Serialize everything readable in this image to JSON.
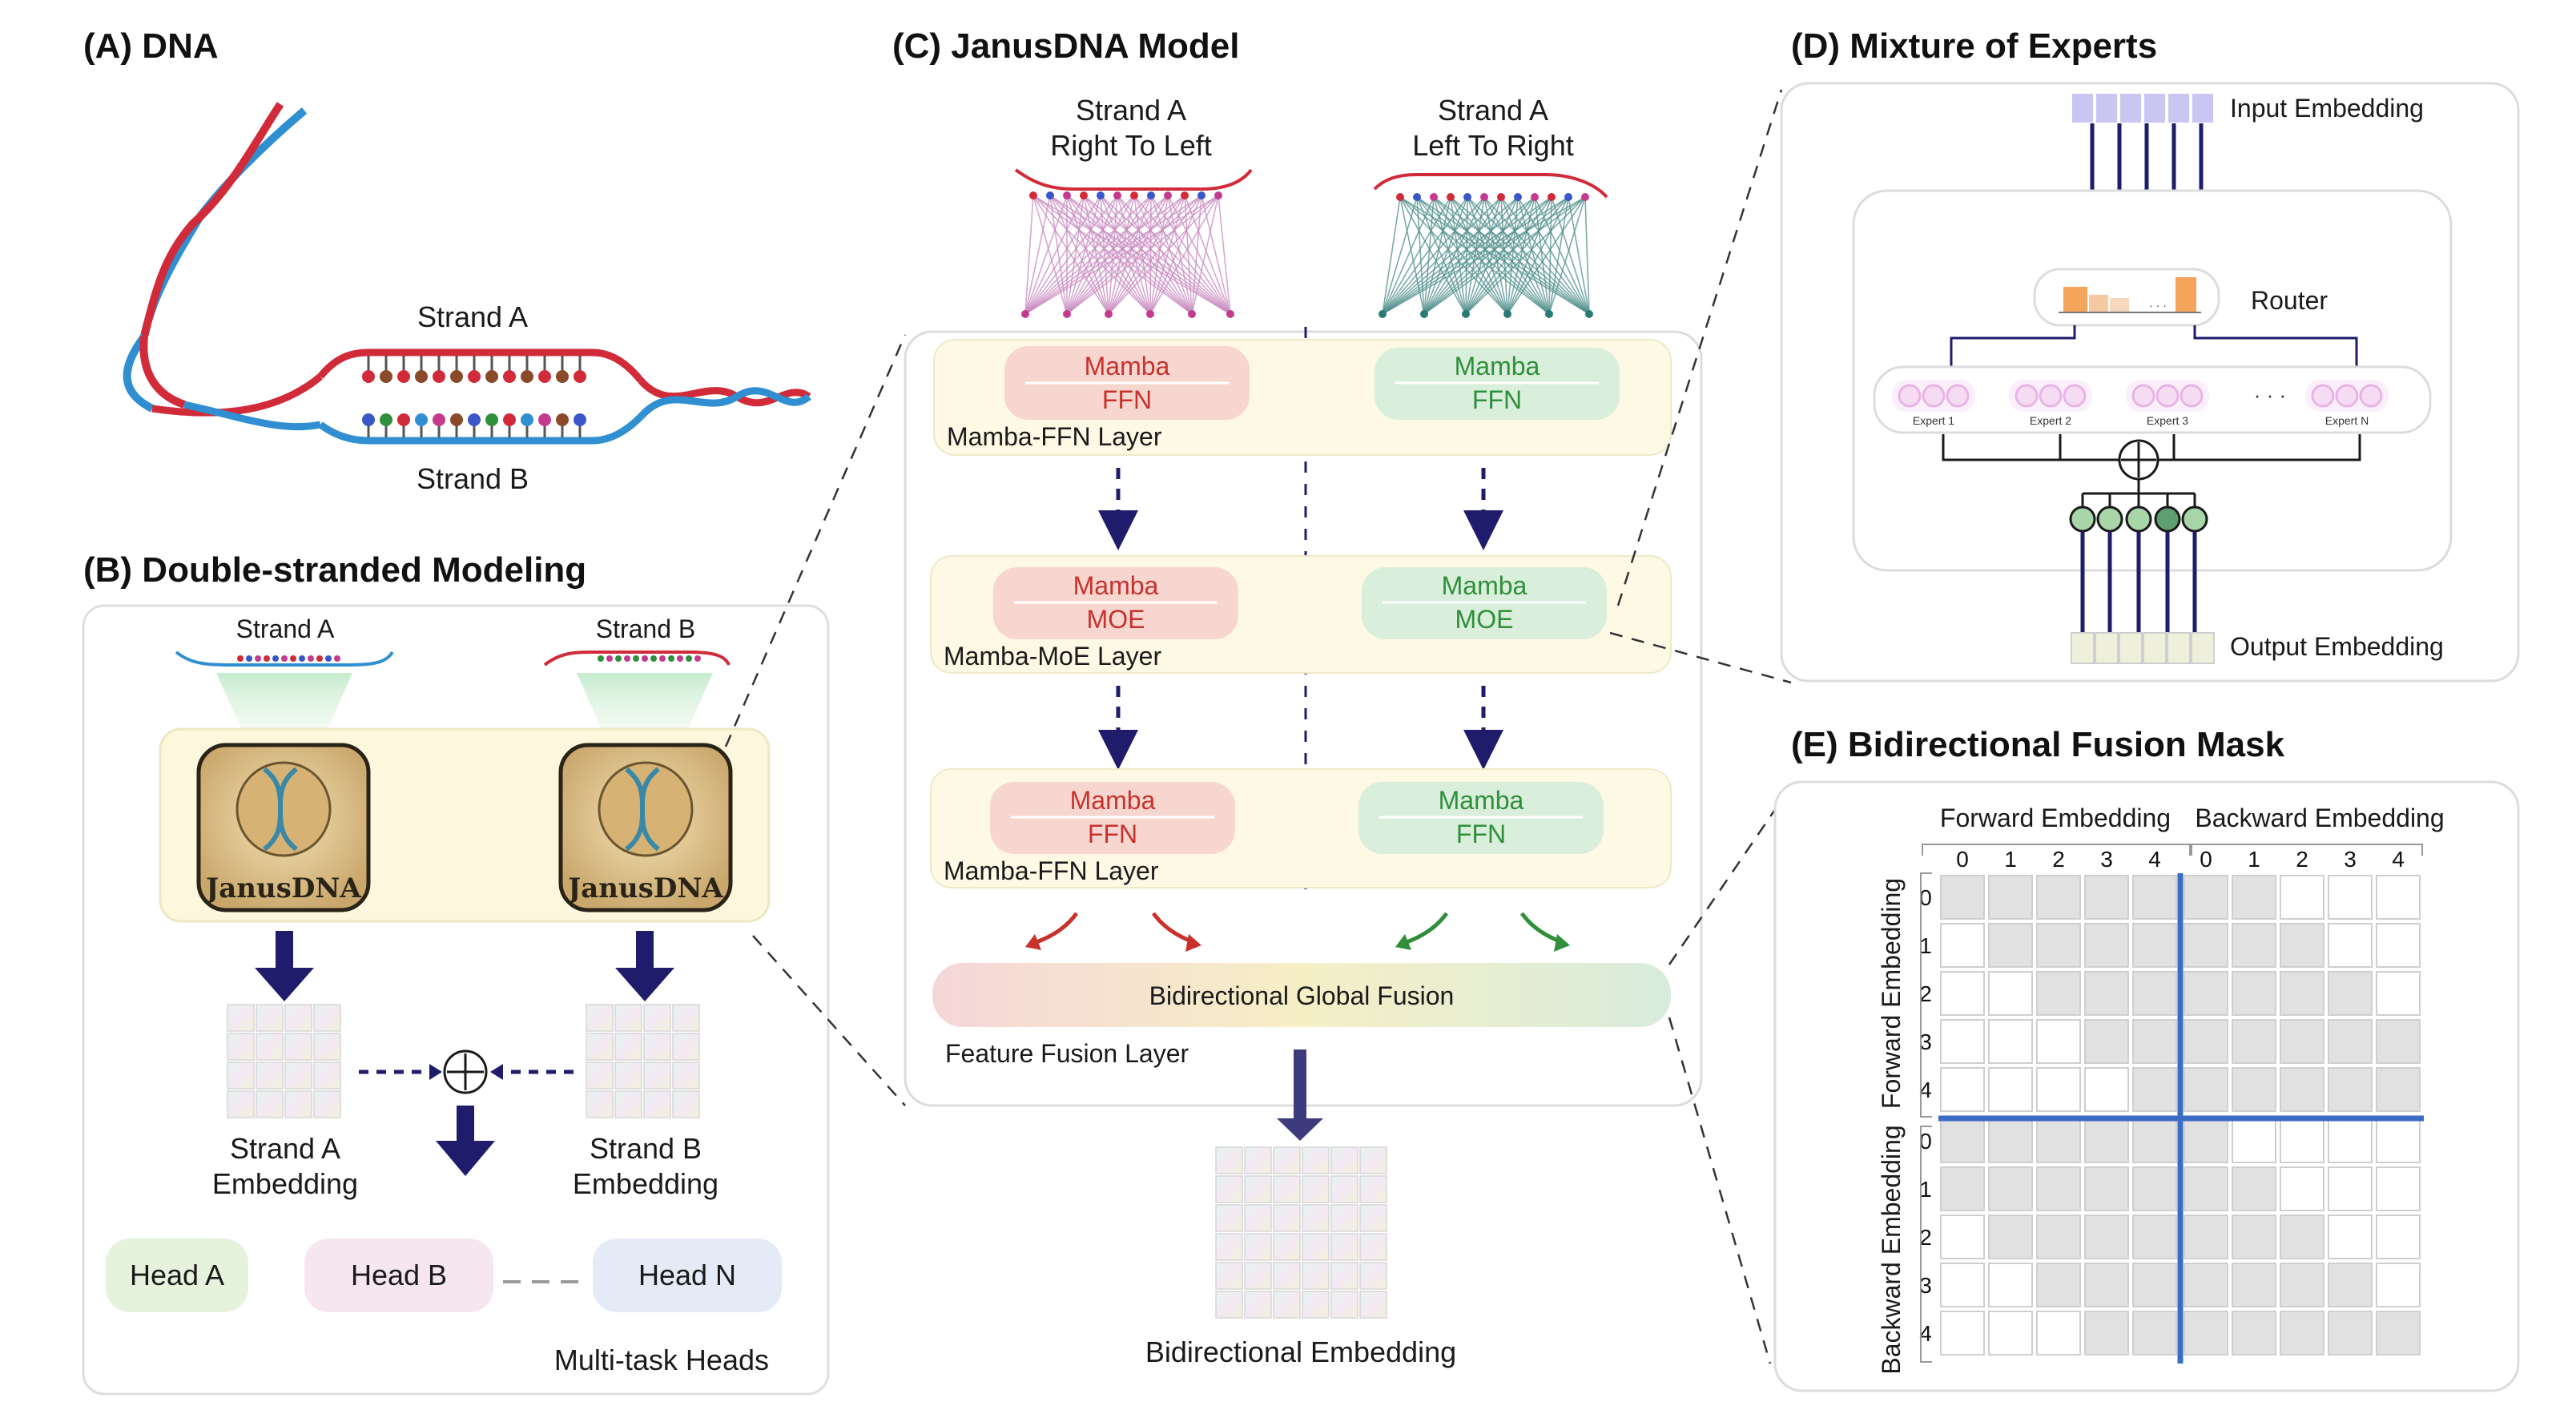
{
  "panels": {
    "a": {
      "title": "(A) DNA",
      "strand_a": "Strand A",
      "strand_b": "Strand B"
    },
    "b": {
      "title": "(B) Double-stranded Modeling",
      "strand_a": "Strand A",
      "strand_b": "Strand B",
      "logo_text": "JanusDNA",
      "emb_a_line1": "Strand A",
      "emb_a_line2": "Embedding",
      "emb_b_line1": "Strand B",
      "emb_b_line2": "Embedding",
      "heads": [
        "Head A",
        "Head B",
        "Head N"
      ],
      "heads_label": "Multi-task Heads"
    },
    "c": {
      "title": "(C) JanusDNA Model",
      "left_input_line1": "Strand A",
      "left_input_line2": "Right To Left",
      "right_input_line1": "Strand A",
      "right_input_line2": "Left To Right",
      "layers": [
        {
          "name": "Mamba-FFN Layer",
          "top": "Mamba",
          "bottom": "FFN"
        },
        {
          "name": "Mamba-MoE Layer",
          "top": "Mamba",
          "bottom": "MOE"
        },
        {
          "name": "Mamba-FFN Layer",
          "top": "Mamba",
          "bottom": "FFN"
        }
      ],
      "fusion": "Bidirectional Global Fusion",
      "fusion_layer": "Feature Fusion Layer",
      "output": "Bidirectional Embedding"
    },
    "d": {
      "title": "(D) Mixture of Experts",
      "input": "Input Embedding",
      "router": "Router",
      "experts": [
        "Expert 1",
        "Expert 2",
        "Expert 3",
        "Expert N"
      ],
      "ellipsis": "· · ·",
      "output": "Output Embedding"
    },
    "e": {
      "title": "(E) Bidirectional Fusion Mask",
      "col_group_1": "Forward Embedding",
      "col_group_2": "Backward Embedding",
      "row_group_1": "Forward Embedding",
      "row_group_2": "Backward Embedding",
      "ticks": [
        "0",
        "1",
        "2",
        "3",
        "4"
      ],
      "mask": [
        [
          1,
          1,
          1,
          1,
          1,
          1,
          1,
          0,
          0,
          0
        ],
        [
          0,
          1,
          1,
          1,
          1,
          1,
          1,
          1,
          0,
          0
        ],
        [
          0,
          0,
          1,
          1,
          1,
          1,
          1,
          1,
          1,
          0
        ],
        [
          0,
          0,
          0,
          1,
          1,
          1,
          1,
          1,
          1,
          1
        ],
        [
          0,
          0,
          0,
          0,
          1,
          1,
          1,
          1,
          1,
          1
        ],
        [
          1,
          1,
          1,
          1,
          1,
          1,
          0,
          0,
          0,
          0
        ],
        [
          1,
          1,
          1,
          1,
          1,
          1,
          1,
          0,
          0,
          0
        ],
        [
          0,
          1,
          1,
          1,
          1,
          1,
          1,
          1,
          0,
          0
        ],
        [
          0,
          0,
          1,
          1,
          1,
          1,
          1,
          1,
          1,
          0
        ],
        [
          0,
          0,
          0,
          1,
          1,
          1,
          1,
          1,
          1,
          1
        ]
      ]
    }
  },
  "colors": {
    "dna_red": "#d12b3a",
    "dna_blue": "#2f8fd1",
    "navy": "#1e1c6b",
    "mamba_red": "#c8312c",
    "mamba_green": "#2f8f3a",
    "moe_blue": "#3a6fc9",
    "mask_fill": "#e1e1e1",
    "mask_blue": "#3b6cc4"
  }
}
